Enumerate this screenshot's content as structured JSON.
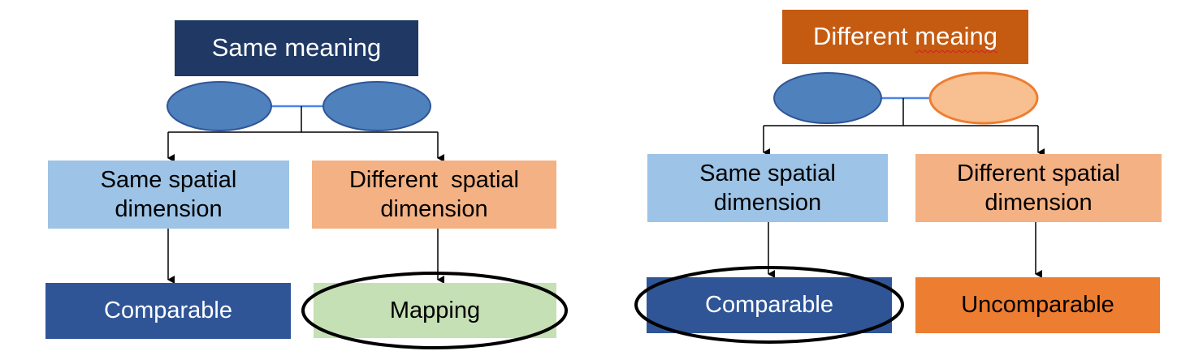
{
  "left": {
    "title": "Same meaning",
    "branch_left": "Same spatial dimension",
    "branch_left_lines": [
      "Same spatial",
      "dimension"
    ],
    "branch_right": "Different spatial dimension",
    "branch_right_lines": [
      "Different  spatial",
      "dimension"
    ],
    "result_left": "Comparable",
    "result_right": "Mapping",
    "circled_result": "Mapping"
  },
  "right": {
    "title_part1": "Different ",
    "title_part2": "meaing",
    "branch_left_lines": [
      "Same spatial",
      "dimension"
    ],
    "branch_right_lines": [
      "Different spatial",
      "dimension"
    ],
    "result_left": "Comparable",
    "result_right": "Uncomparable",
    "circled_result": "Comparable"
  },
  "colors": {
    "navy": "#1f3864",
    "dark_orange": "#c55a11",
    "node_blue": "#4f81bd",
    "node_blue_stroke": "#2f5597",
    "node_peach": "#f8c090",
    "node_peach_stroke": "#ed7d31",
    "light_blue": "#9dc3e6",
    "salmon": "#f4b183",
    "royal_blue": "#2f5597",
    "light_green": "#c5e0b4",
    "orange": "#ed7d31",
    "connector_blue": "#4a86e8"
  }
}
